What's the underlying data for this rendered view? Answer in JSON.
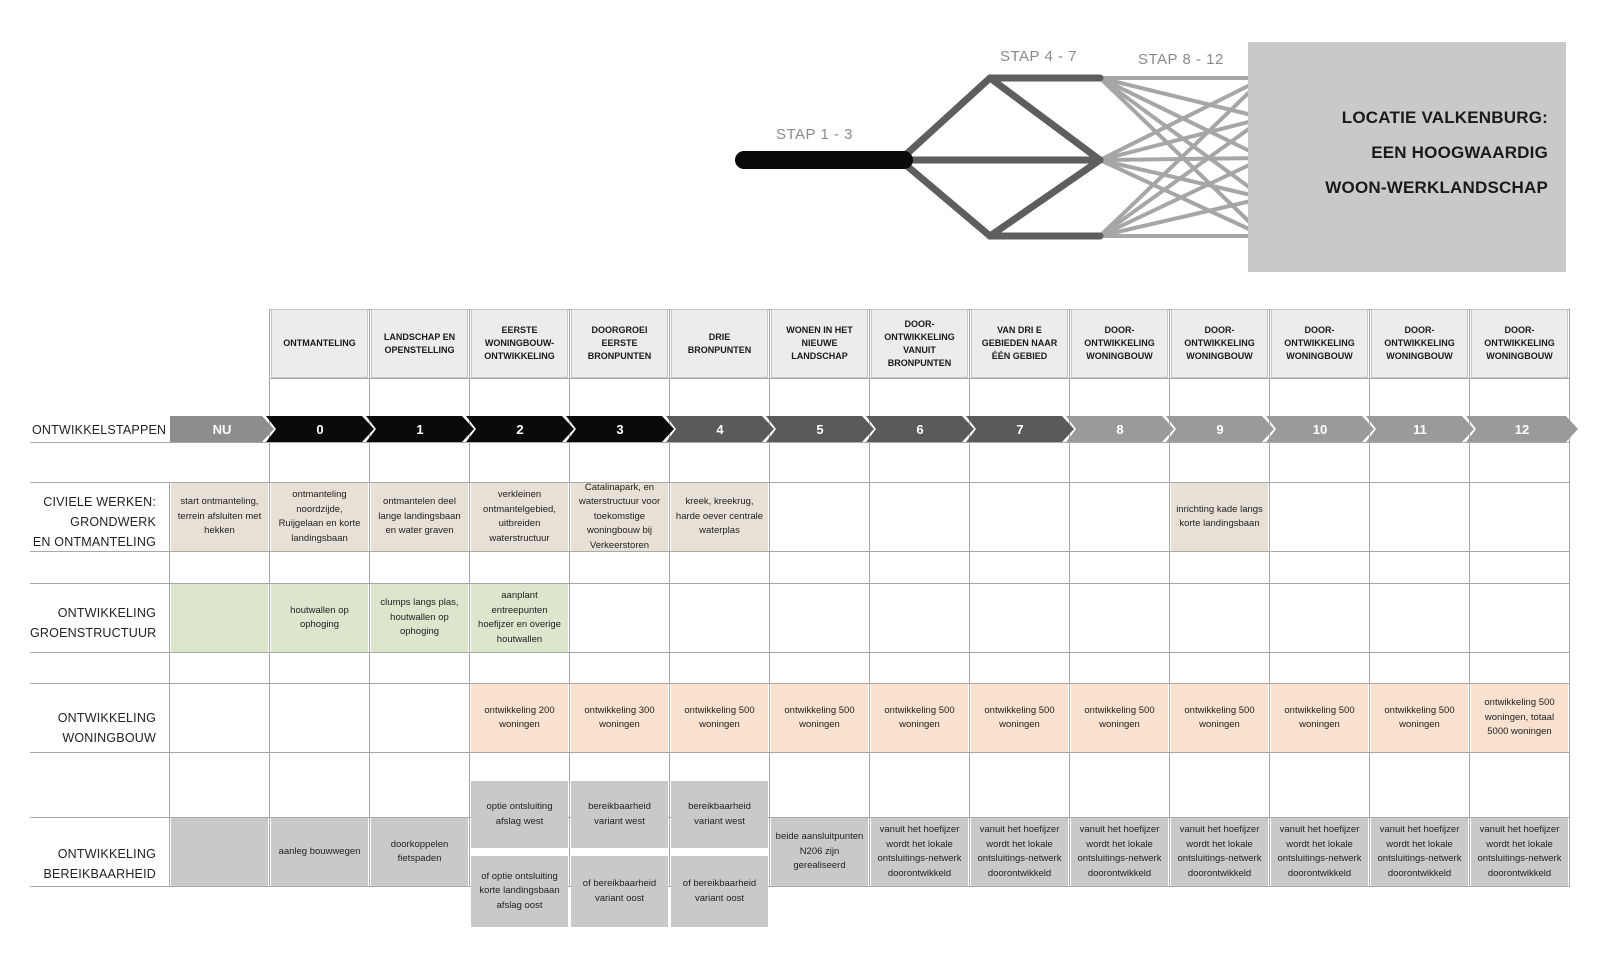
{
  "diagram": {
    "stage_labels": [
      "STAP 1 - 3",
      "STAP 4 - 7",
      "STAP 8 - 12"
    ],
    "destination": [
      "LOCATIE VALKENBURG:",
      "EEN HOOGWAARDIG",
      "WOON-WERKLANDSCHAP"
    ]
  },
  "phase_titles": [
    "ONTMANTELING",
    "LANDSCHAP EN OPENSTELLING",
    "EERSTE WONINGBOUW-ONTWIKKELING",
    "DOORGROEI EERSTE BRONPUNTEN",
    "DRIE BRONPUNTEN",
    "WONEN IN HET NIEUWE LANDSCHAP",
    "DOOR-ONTWIKKELING VANUIT BRONPUNTEN",
    "VAN DRI E GEBIEDEN NAAR ÉÉN GEBIED",
    "DOOR-ONTWIKKELING WONINGBOUW",
    "DOOR-ONTWIKKELING WONINGBOUW",
    "DOOR-ONTWIKKELING WONINGBOUW",
    "DOOR-ONTWIKKELING WONINGBOUW",
    "DOOR-ONTWIKKELING WONINGBOUW"
  ],
  "row_labels": {
    "steps": "ONTWIKKELSTAPPEN",
    "civil": [
      "CIVIELE WERKEN:",
      "GRONDWERK",
      "EN ONTMANTELING"
    ],
    "green": [
      "ONTWIKKELING",
      "GROENSTRUCTUUR"
    ],
    "housing": [
      "ONTWIKKELING",
      "WONINGBOUW"
    ],
    "access": [
      "ONTWIKKELING",
      "BEREIKBAARHEID"
    ]
  },
  "steps": [
    "NU",
    "0",
    "1",
    "2",
    "3",
    "4",
    "5",
    "6",
    "7",
    "8",
    "9",
    "10",
    "11",
    "12"
  ],
  "step_colors": [
    "#8d8d8d",
    "#0a0a0a",
    "#0a0a0a",
    "#0a0a0a",
    "#0a0a0a",
    "#5a5a5a",
    "#5a5a5a",
    "#5a5a5a",
    "#5a5a5a",
    "#9a9a9a",
    "#9a9a9a",
    "#9a9a9a",
    "#9a9a9a",
    "#9a9a9a"
  ],
  "civil": [
    "start ontmanteling, terrein afsluiten met hekken",
    "ontmanteling noordzijde, Ruijgelaan en korte landingsbaan",
    "ontmantelen deel lange landingsbaan en water graven",
    "verkleinen ontmantelgebied, uitbreiden waterstructuur",
    "Catalinapark, en waterstructuur voor toekomstige woningbouw bij Verkeerstoren",
    "kreek, kreekrug, harde oever centrale waterplas",
    "",
    "",
    "",
    "",
    "inrichting kade langs korte landingsbaan",
    "",
    "",
    ""
  ],
  "green": [
    "",
    "houtwallen op ophoging",
    "clumps langs plas, houtwallen op ophoging",
    "aanplant entreepunten hoefijzer en overige houtwallen",
    "",
    "",
    "",
    "",
    "",
    "",
    "",
    "",
    "",
    ""
  ],
  "housing": [
    "",
    "",
    "",
    "ontwikkeling 200 woningen",
    "ontwikkeling 300 woningen",
    "ontwikkeling 500 woningen",
    "ontwikkeling 500 woningen",
    "ontwikkeling 500 woningen",
    "ontwikkeling 500 woningen",
    "ontwikkeling 500 woningen",
    "ontwikkeling 500 woningen",
    "ontwikkeling 500 woningen",
    "ontwikkeling 500 woningen",
    "ontwikkeling 500 woningen, totaal 5000 woningen"
  ],
  "access_upper": {
    "3": "optie ontsluiting afslag west",
    "4": "bereikbaarheid variant west",
    "5": "bereikbaarheid variant west"
  },
  "access_main": [
    "",
    "aanleg bouwwegen",
    "doorkoppelen fietspaden",
    "of optie ontsluiting korte landingsbaan afslag oost",
    "of bereikbaarheid variant oost",
    "of bereikbaarheid variant oost",
    "beide aansluitpunten N206 zijn gerealiseerd",
    "vanuit het hoefijzer wordt het lokale ontsluitings-netwerk doorontwikkeld",
    "vanuit het hoefijzer wordt het lokale ontsluitings-netwerk doorontwikkeld",
    "vanuit het hoefijzer wordt het lokale ontsluitings-netwerk doorontwikkeld",
    "vanuit het hoefijzer wordt het lokale ontsluitings-netwerk doorontwikkeld",
    "vanuit het hoefijzer wordt het lokale ontsluitings-netwerk doorontwikkeld",
    "vanuit het hoefijzer wordt het lokale ontsluitings-netwerk doorontwikkeld",
    "vanuit het hoefijzer wordt het lokale ontsluitings-netwerk doorontwikkeld"
  ],
  "colors": {
    "civil": "#e6e0d5",
    "green": "#dbe6cc",
    "housing": "#f8e1cf",
    "access": "#c9c9c9"
  }
}
